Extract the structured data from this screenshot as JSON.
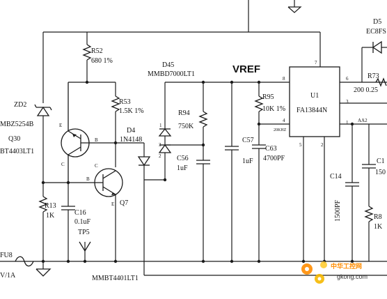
{
  "schematic": {
    "net_label": "VREF",
    "ic": {
      "ref": "U1",
      "part": "FA13844N",
      "pins": [
        "8",
        "7",
        "6",
        "4",
        "5",
        "2",
        "1",
        "3"
      ],
      "osc_label": "20KHZ"
    },
    "labels": {
      "r52_ref": "R52",
      "r52_val": "680 1%",
      "zd2_ref": "ZD2",
      "zd2_part": "MBZ5254B",
      "q30_ref": "Q30",
      "q30_part": "BT4403LT1",
      "r53_ref": "R53",
      "r53_val": "1.5K 1%",
      "d45_ref": "D45",
      "d45_part": "MMBD7000LT1",
      "d4_ref": "D4",
      "d4_part": "1N4148",
      "r94_ref": "R94",
      "r94_val": "750K",
      "c56_ref": "C56",
      "c56_val": "1uF",
      "c57_ref": "C57",
      "c57_val": "1uF",
      "r95_ref": "R95",
      "r95_val": "10K 1%",
      "c63_ref": "C63",
      "c63_val": "4700PF",
      "c14_ref": "C14",
      "c14_val": "1500PF",
      "r73_ref": "R73",
      "r73_val": "200 0.25",
      "d5_ref": "D5",
      "d5_part": "EC8FS",
      "c1_ref": "C1",
      "c1_val": "150",
      "r8_ref": "R8",
      "r8_val": "1K",
      "r13_ref": "R13",
      "r13_val": "1K",
      "c16_ref": "C16",
      "c16_val": "0.1uF",
      "tp5": "TP5",
      "q7_ref": "Q7",
      "q7_part": "MMBT4401LT1",
      "fu8_ref": "FU8",
      "fu8_val": "V/1A",
      "aa2": "AA2"
    },
    "pin_letters": {
      "b": "B",
      "c": "C",
      "e": "E"
    },
    "d45_pins": {
      "p1": "1",
      "p2": "2",
      "p3": "3"
    }
  },
  "watermark": {
    "title": "中华工控网",
    "url": "gkong.com",
    "accent": "#ff8c00"
  }
}
